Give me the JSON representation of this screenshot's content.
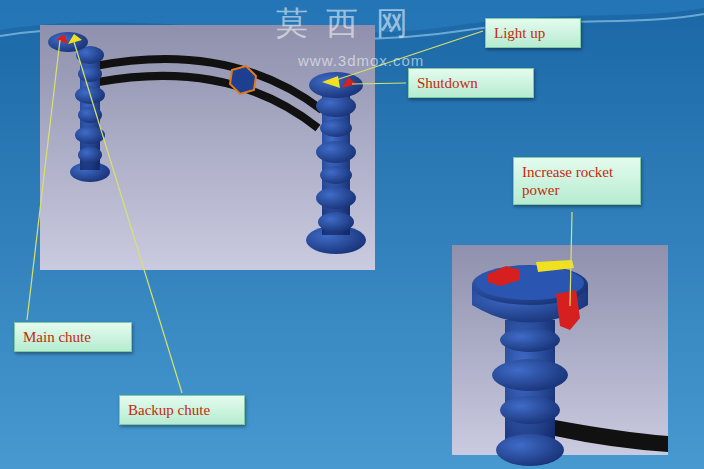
{
  "diagram": {
    "nodes": [
      {
        "text": [
          "Light up"
        ]
      },
      {
        "text": [
          "Shutdown"
        ]
      },
      {
        "text": [
          "Increase rocket power"
        ]
      },
      {
        "text": [
          "Main chute"
        ]
      },
      {
        "text": [
          "Backup chute"
        ]
      }
    ],
    "labels": [
      "莫 西 网",
      "www.3dmox.com"
    ]
  }
}
